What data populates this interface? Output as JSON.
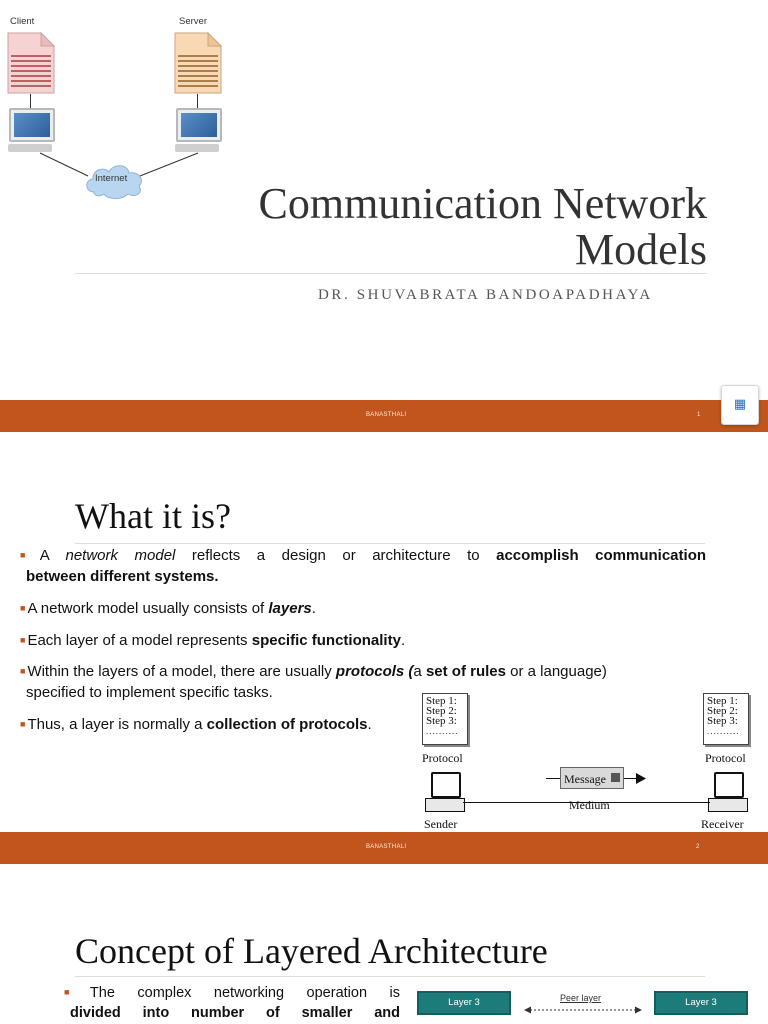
{
  "slide1": {
    "diagram": {
      "client_label": "Client",
      "server_label": "Server",
      "internet_label": "Internet"
    },
    "title_line1": "Communication Network",
    "title_line2": "Models",
    "subtitle": "DR. SHUVABRATA BANDOAPADHAYA",
    "footer_center": "BANASTHALI",
    "page_number": "1",
    "nav_icon": "bookmark-icon"
  },
  "slide2": {
    "heading": "What it is?",
    "bullets": {
      "b1_a": "A ",
      "b1_b": "network model",
      "b1_c": " reflects a design or architecture to ",
      "b1_d": "accomplish communication",
      "b1_e": "between different systems.",
      "b2_a": "A network model usually consists of ",
      "b2_b": "layers",
      "b2_c": ".",
      "b3_a": "Each layer of a model represents ",
      "b3_b": "specific functionality",
      "b3_c": ".",
      "b4_a": "Within the layers of a model, there are usually ",
      "b4_b": "protocols (",
      "b4_c": "a ",
      "b4_d": "set of rules",
      "b4_e": " or a language)",
      "b4_f": "specified to implement specific tasks.",
      "b5_a": "Thus, a layer is normally a ",
      "b5_b": "collection of protocols",
      "b5_c": "."
    },
    "diagram": {
      "step1": "Step 1:",
      "step2": "Step 2:",
      "step3": "Step 3:",
      "dots": "..........",
      "protocol_label": "Protocol",
      "message_label": "Message",
      "medium_label": "Medium",
      "sender_label": "Sender",
      "receiver_label": "Receiver"
    },
    "footer_center": "BANASTHALI",
    "page_number": "2"
  },
  "slide3": {
    "heading": "Concept of Layered Architecture",
    "bullet_line1": "The complex networking operation is",
    "bullet_line2": "divided into number of smaller and",
    "layer_left": "Layer 3",
    "layer_right": "Layer 3",
    "peer_label": "Peer layer"
  },
  "colors": {
    "footer_bar": "#c0561d",
    "bullet_marker": "#c0561d",
    "layer_box": "#1b7c7a",
    "client_doc": "#f6d3d3",
    "server_doc": "#f8d9b4"
  }
}
